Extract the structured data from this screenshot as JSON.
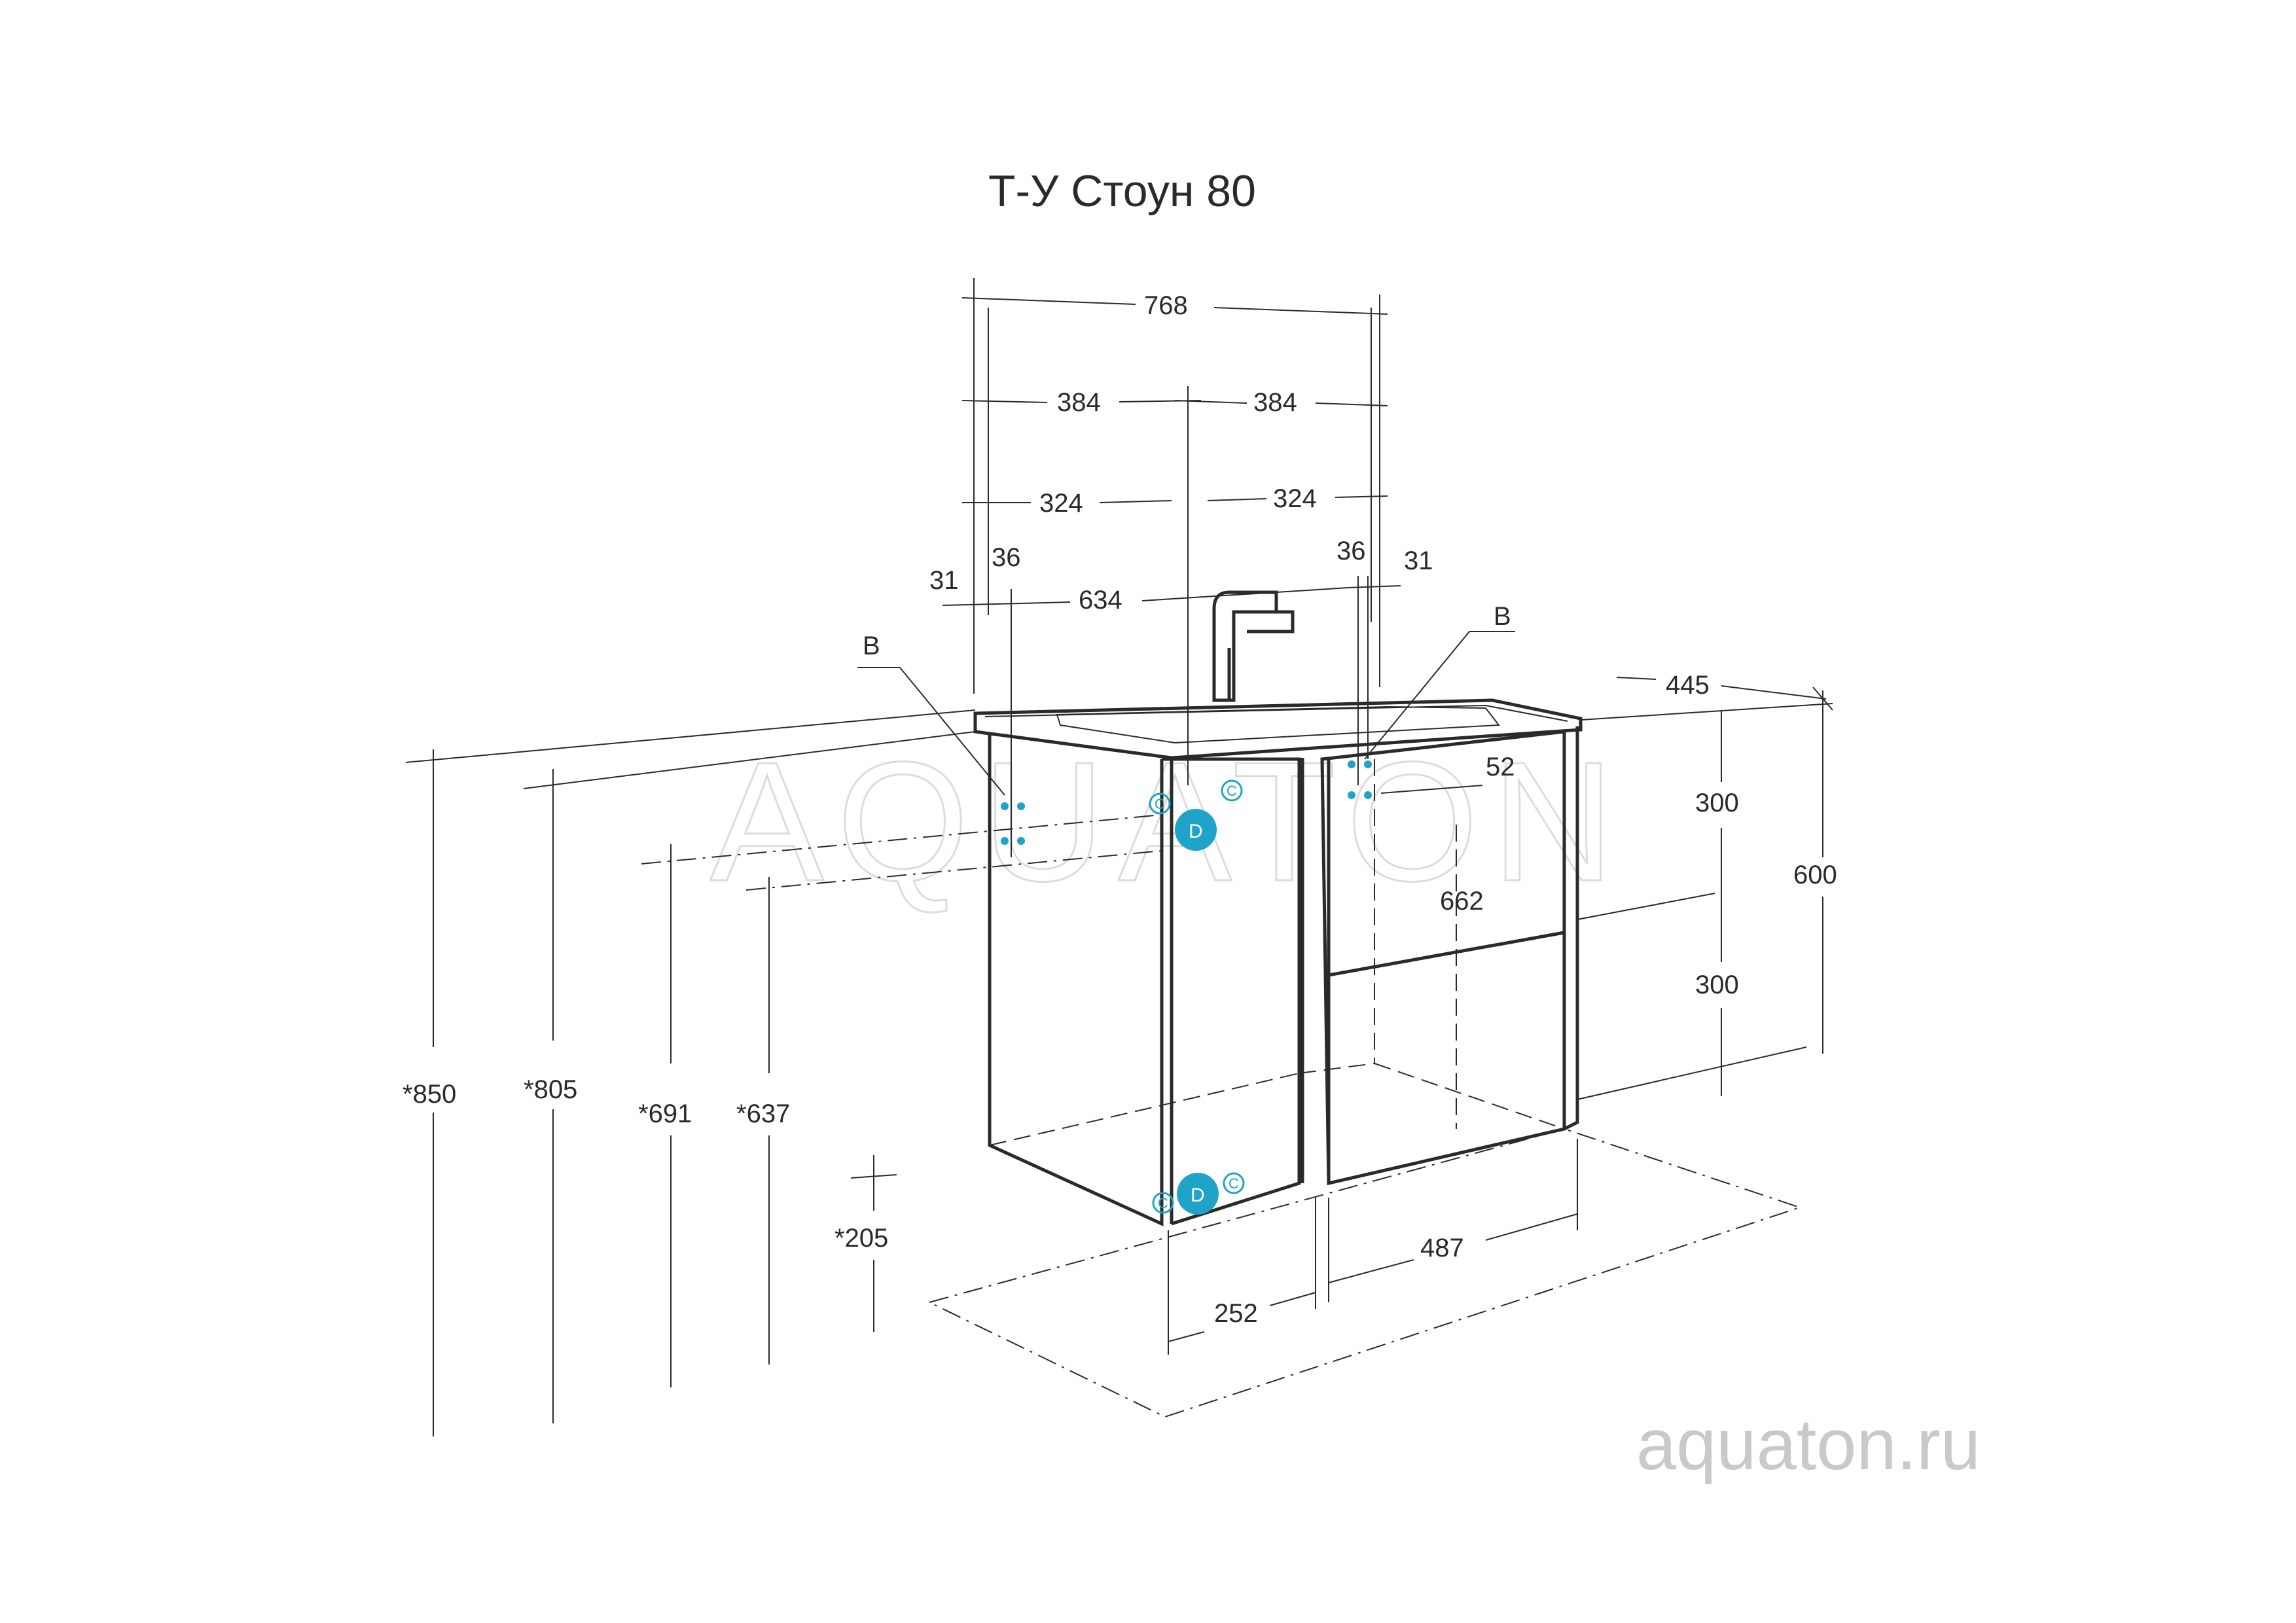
{
  "title": "Т-У Стоун 80",
  "watermark_logo": "AQUATON",
  "watermark_site": "aquaton.ru",
  "dimensions": {
    "total_width": "768",
    "half_left": "384",
    "half_right": "384",
    "inner_left": "324",
    "inner_right": "324",
    "edge_left": "31",
    "edge_right": "31",
    "hole_left": "36",
    "hole_right": "36",
    "hole_span": "634",
    "depth": "445",
    "side_offset": "52",
    "drawer_height_top": "300",
    "drawer_height_bottom": "300",
    "cabinet_height": "600",
    "inner_depth": "662",
    "height_850": "*850",
    "height_805": "*805",
    "height_691": "*691",
    "height_637": "*637",
    "height_205": "*205",
    "bottom_right": "487",
    "bottom_left": "252"
  },
  "markers": {
    "b_left": "B",
    "b_right": "B",
    "c": "C",
    "d": "D"
  },
  "colors": {
    "line": "#2a2a2a",
    "accent": "#1fa3c9",
    "watermark": "#c9c9c9"
  }
}
